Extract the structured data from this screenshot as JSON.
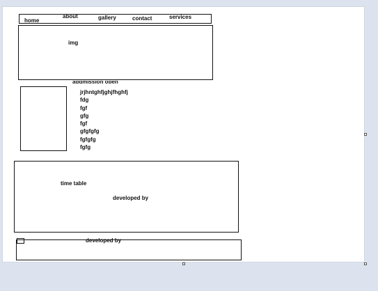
{
  "nav": {
    "items": [
      {
        "label": "home"
      },
      {
        "label": "about"
      },
      {
        "label": "gallery"
      },
      {
        "label": "contact"
      },
      {
        "label": "services"
      }
    ]
  },
  "banner": {
    "label": "img"
  },
  "admission": {
    "heading": "addmission open",
    "lines": [
      "jrjhntghfjghjfhghfj",
      "fdg",
      "fgf",
      "gfg",
      "fgf",
      "gfgfgfg",
      "fgfgfg",
      "fgfg"
    ]
  },
  "timetable": {
    "label": "time table",
    "developed": "developed by"
  },
  "footer": {
    "developed": "developed by"
  }
}
